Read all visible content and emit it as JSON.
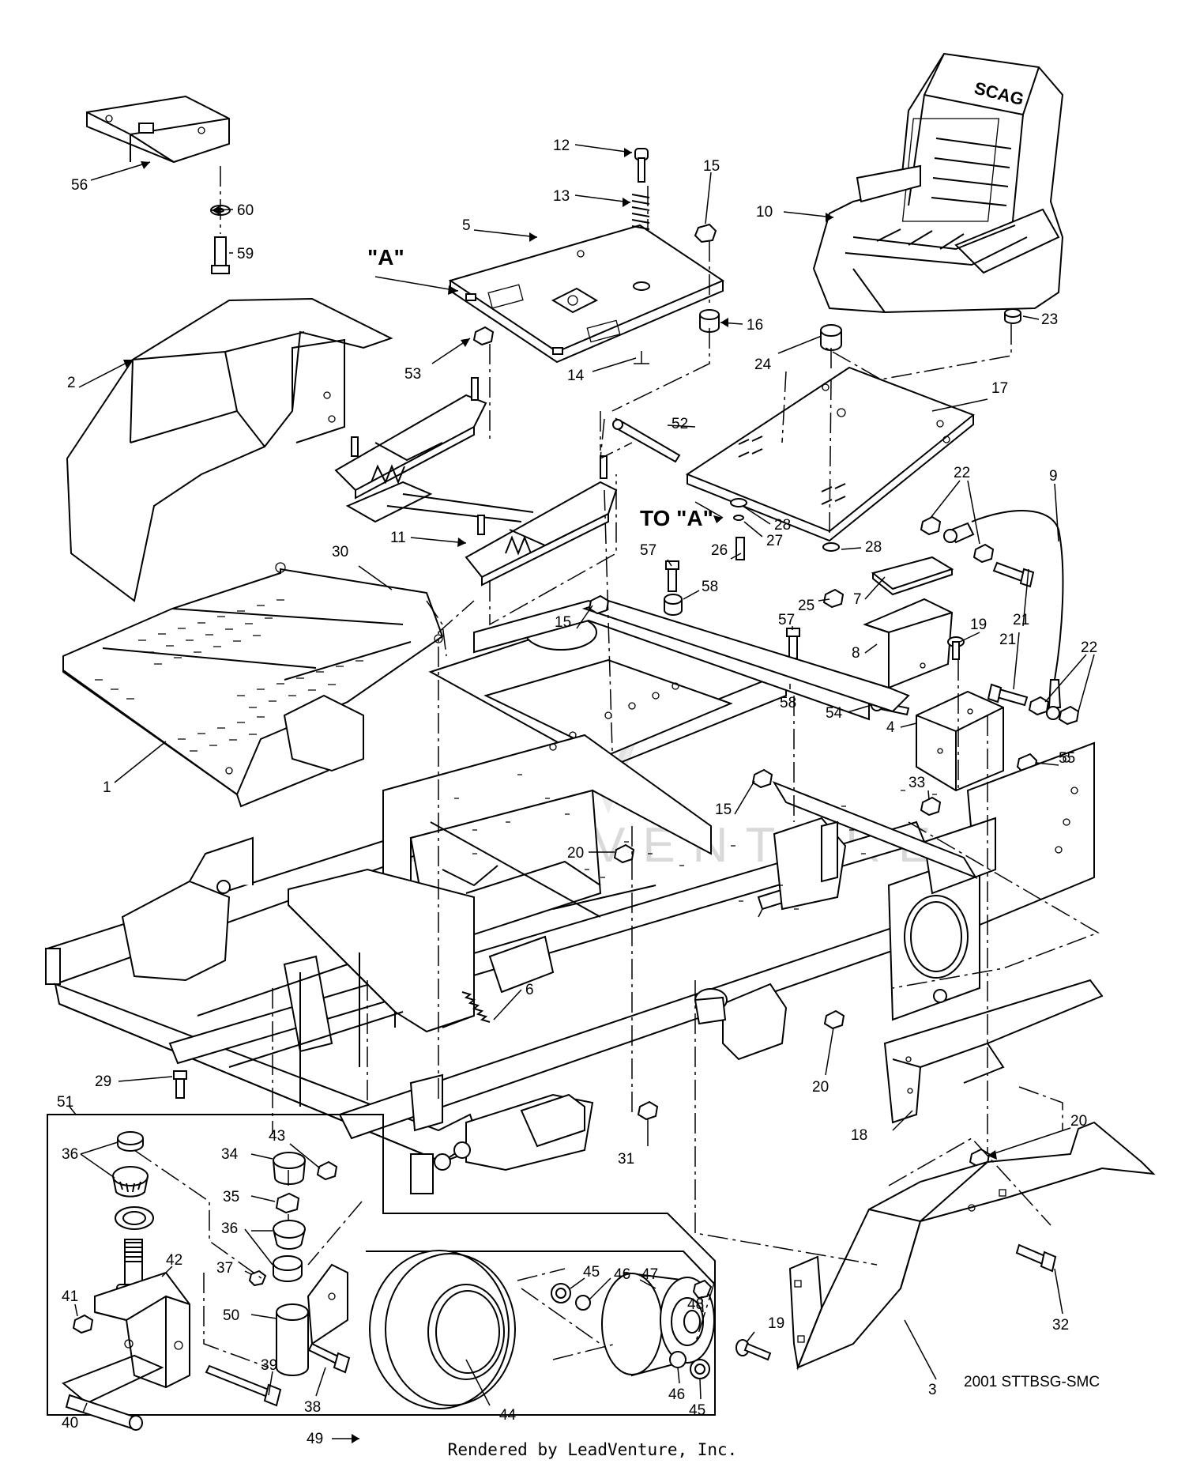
{
  "diagram": {
    "callouts": [
      {
        "id": "c12",
        "label": "12"
      },
      {
        "id": "c13",
        "label": "13"
      },
      {
        "id": "c15a",
        "label": "15"
      },
      {
        "id": "c5",
        "label": "5"
      },
      {
        "id": "c10",
        "label": "10"
      },
      {
        "id": "c56",
        "label": "56"
      },
      {
        "id": "c60",
        "label": "60"
      },
      {
        "id": "c59",
        "label": "59"
      },
      {
        "id": "c16",
        "label": "16"
      },
      {
        "id": "c23",
        "label": "23"
      },
      {
        "id": "c53",
        "label": "53"
      },
      {
        "id": "c24",
        "label": "24"
      },
      {
        "id": "c2",
        "label": "2"
      },
      {
        "id": "c14",
        "label": "14"
      },
      {
        "id": "c17",
        "label": "17"
      },
      {
        "id": "c52",
        "label": "52"
      },
      {
        "id": "c9",
        "label": "9"
      },
      {
        "id": "c22a",
        "label": "22"
      },
      {
        "id": "c11",
        "label": "11"
      },
      {
        "id": "c28a",
        "label": "28"
      },
      {
        "id": "c27",
        "label": "27"
      },
      {
        "id": "c28b",
        "label": "28"
      },
      {
        "id": "c30",
        "label": "30"
      },
      {
        "id": "c57a",
        "label": "57"
      },
      {
        "id": "c26",
        "label": "26"
      },
      {
        "id": "c58a",
        "label": "58"
      },
      {
        "id": "c7",
        "label": "7"
      },
      {
        "id": "c21a",
        "label": "21"
      },
      {
        "id": "c25",
        "label": "25"
      },
      {
        "id": "c15b",
        "label": "15"
      },
      {
        "id": "c57b",
        "label": "57"
      },
      {
        "id": "c19a",
        "label": "19"
      },
      {
        "id": "c8",
        "label": "8"
      },
      {
        "id": "c21b",
        "label": "21"
      },
      {
        "id": "c22b",
        "label": "22"
      },
      {
        "id": "c58b",
        "label": "58"
      },
      {
        "id": "c54",
        "label": "54"
      },
      {
        "id": "c4",
        "label": "4"
      },
      {
        "id": "c1",
        "label": "1"
      },
      {
        "id": "c55",
        "label": "55"
      },
      {
        "id": "c33",
        "label": "33"
      },
      {
        "id": "c15c",
        "label": "15"
      },
      {
        "id": "c20a",
        "label": "20"
      },
      {
        "id": "c6",
        "label": "6"
      },
      {
        "id": "c20b",
        "label": "20"
      },
      {
        "id": "c51",
        "label": "51"
      },
      {
        "id": "c29",
        "label": "29"
      },
      {
        "id": "c18",
        "label": "18"
      },
      {
        "id": "c20c",
        "label": "20"
      },
      {
        "id": "c36a",
        "label": "36"
      },
      {
        "id": "c34",
        "label": "34"
      },
      {
        "id": "c43",
        "label": "43"
      },
      {
        "id": "c31",
        "label": "31"
      },
      {
        "id": "c35",
        "label": "35"
      },
      {
        "id": "c36b",
        "label": "36"
      },
      {
        "id": "c37",
        "label": "37"
      },
      {
        "id": "c45a",
        "label": "45"
      },
      {
        "id": "c46a",
        "label": "46"
      },
      {
        "id": "c47",
        "label": "47"
      },
      {
        "id": "c41",
        "label": "41"
      },
      {
        "id": "c42",
        "label": "42"
      },
      {
        "id": "c48",
        "label": "48"
      },
      {
        "id": "c19b",
        "label": "19"
      },
      {
        "id": "c32",
        "label": "32"
      },
      {
        "id": "c50",
        "label": "50"
      },
      {
        "id": "c3",
        "label": "3"
      },
      {
        "id": "c38",
        "label": "38"
      },
      {
        "id": "c39",
        "label": "39"
      },
      {
        "id": "c46b",
        "label": "46"
      },
      {
        "id": "c45b",
        "label": "45"
      },
      {
        "id": "c44",
        "label": "44"
      },
      {
        "id": "c40",
        "label": "40"
      },
      {
        "id": "c49",
        "label": "49"
      }
    ],
    "view_labels": {
      "a": "\"A\"",
      "to_a": "TO \"A\""
    },
    "seat_logo": "SCAG",
    "drawing_code": "2001 STTBSG-SMC",
    "watermark": "LEADVENTURE"
  },
  "footer": {
    "text": "Rendered by LeadVenture, Inc."
  }
}
